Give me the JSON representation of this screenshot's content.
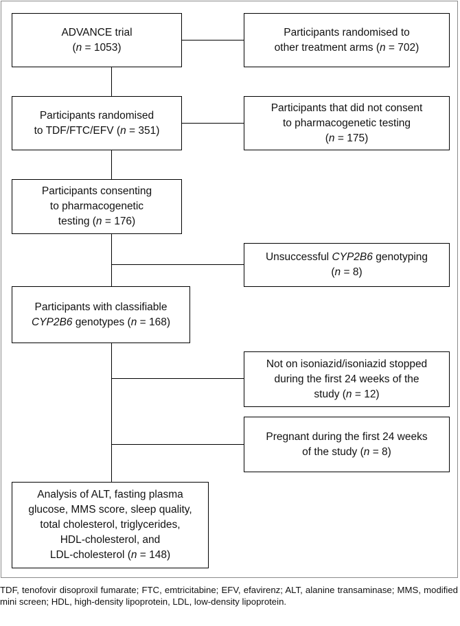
{
  "flowchart": {
    "main": [
      {
        "id": "advance",
        "lines": [
          [
            "ADVANCE trial",
            null
          ],
          [
            "(",
            "n",
            " = 1053)"
          ]
        ]
      },
      {
        "id": "randomised",
        "lines": [
          [
            "Participants randomised",
            null
          ],
          [
            "to TDF/FTC/EFV (",
            "n",
            " = 351)"
          ]
        ]
      },
      {
        "id": "consenting",
        "lines": [
          [
            "Participants consenting",
            null
          ],
          [
            "to pharmacogenetic",
            null
          ],
          [
            "testing (",
            "n",
            " = 176)"
          ]
        ]
      },
      {
        "id": "classifiable",
        "lines": [
          [
            "Participants with classifiable",
            null
          ],
          [
            "",
            "CYP2B6",
            " genotypes (",
            "n",
            " = 168)"
          ]
        ]
      },
      {
        "id": "analysis",
        "lines": [
          [
            "Analysis of ALT, fasting plasma",
            null
          ],
          [
            "glucose, MMS score, sleep quality,",
            null
          ],
          [
            "total cholesterol, triglycerides,",
            null
          ],
          [
            "HDL-cholesterol, and",
            null
          ],
          [
            "LDL-cholesterol (",
            "n",
            " = 148)"
          ]
        ]
      }
    ],
    "exclusions": [
      {
        "id": "other-arms",
        "lines": [
          [
            "Participants randomised to",
            null
          ],
          [
            "other treatment arms (",
            "n",
            " = 702)"
          ]
        ]
      },
      {
        "id": "no-consent",
        "lines": [
          [
            "Participants that did not consent",
            null
          ],
          [
            "to pharmacogenetic testing",
            null
          ],
          [
            "(",
            "n",
            " = 175)"
          ]
        ]
      },
      {
        "id": "unsuccessful",
        "lines": [
          [
            "Unsuccessful ",
            "CYP2B6",
            " genotyping"
          ],
          [
            "(",
            "n",
            " = 8)"
          ]
        ]
      },
      {
        "id": "isoniazid",
        "lines": [
          [
            "Not on isoniazid/isoniazid stopped",
            null
          ],
          [
            "during the first 24 weeks of the",
            null
          ],
          [
            "study (",
            "n",
            " = 12)"
          ]
        ]
      },
      {
        "id": "pregnant",
        "lines": [
          [
            "Pregnant during the first 24 weeks",
            null
          ],
          [
            "of the study (",
            "n",
            " = 8)"
          ]
        ]
      }
    ]
  },
  "caption": "TDF, tenofovir disoproxil fumarate; FTC, emtricitabine; EFV, efavirenz; ALT, alanine transaminase; MMS, modified mini screen; HDL, high-density lipoprotein, LDL, low-density lipoprotein."
}
